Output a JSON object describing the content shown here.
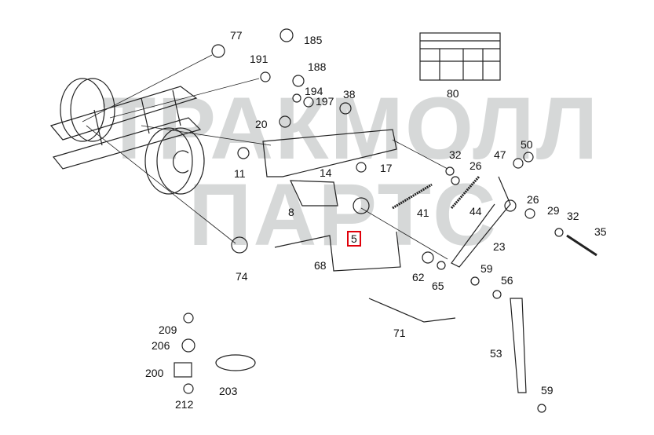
{
  "watermark": {
    "line1": "ТРАКМОЛЛ",
    "line2": "ПАРТС"
  },
  "highlighted_part": "5",
  "highlight_color": "#e0000a",
  "parts": [
    {
      "id": "77"
    },
    {
      "id": "185"
    },
    {
      "id": "191"
    },
    {
      "id": "188"
    },
    {
      "id": "194"
    },
    {
      "id": "197"
    },
    {
      "id": "38"
    },
    {
      "id": "80"
    },
    {
      "id": "20"
    },
    {
      "id": "11"
    },
    {
      "id": "14"
    },
    {
      "id": "17"
    },
    {
      "id": "32"
    },
    {
      "id": "26"
    },
    {
      "id": "47"
    },
    {
      "id": "50"
    },
    {
      "id": "8"
    },
    {
      "id": "41"
    },
    {
      "id": "44"
    },
    {
      "id": "26"
    },
    {
      "id": "29"
    },
    {
      "id": "32"
    },
    {
      "id": "35"
    },
    {
      "id": "5"
    },
    {
      "id": "23"
    },
    {
      "id": "74"
    },
    {
      "id": "68"
    },
    {
      "id": "62"
    },
    {
      "id": "65"
    },
    {
      "id": "59"
    },
    {
      "id": "56"
    },
    {
      "id": "71"
    },
    {
      "id": "53"
    },
    {
      "id": "59"
    },
    {
      "id": "209"
    },
    {
      "id": "206"
    },
    {
      "id": "200"
    },
    {
      "id": "203"
    },
    {
      "id": "212"
    }
  ]
}
